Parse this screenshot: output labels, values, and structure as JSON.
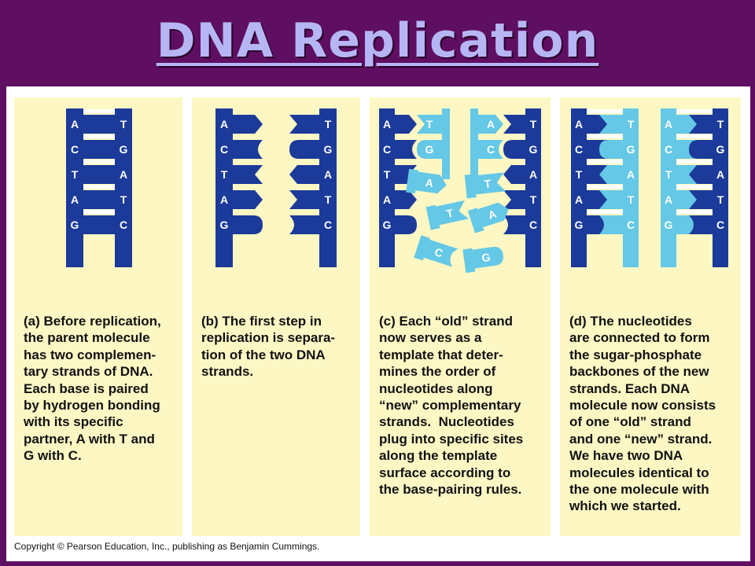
{
  "title": "DNA Replication",
  "colors": {
    "background": "#5f0f62",
    "title": "#b6b6f5",
    "panel": "#fdf7c4",
    "old_strand": "#1b3a9a",
    "new_strand": "#64c8e6"
  },
  "panels": [
    {
      "id": "a",
      "caption": "(a) Before replication,\nthe parent molecule\nhas two complemen-\ntary strands of DNA.\nEach base is paired\nby hydrogen bonding\nwith its specific\npartner, A with T and\nG with C.",
      "left_bases": [
        "A",
        "C",
        "T",
        "A",
        "G"
      ],
      "right_bases": [
        "T",
        "G",
        "A",
        "T",
        "C"
      ]
    },
    {
      "id": "b",
      "caption": "(b) The first step in\nreplication is separa-\ntion of the two DNA\nstrands.",
      "left_bases": [
        "A",
        "C",
        "T",
        "A",
        "G"
      ],
      "right_bases": [
        "T",
        "G",
        "A",
        "T",
        "C"
      ]
    },
    {
      "id": "c",
      "caption": "(c) Each “old” strand\nnow serves as a\ntemplate that deter-\nmines the order of\nnucleotides along\n“new” complementary\nstrands.  Nucleotides\nplug into specific sites\nalong the template\nsurface according to\nthe base-pairing rules.",
      "left_bases": [
        "A",
        "C",
        "T",
        "A",
        "G"
      ],
      "right_bases": [
        "T",
        "G",
        "A",
        "T",
        "C"
      ],
      "attached_new_left": [
        "T",
        "G"
      ],
      "attached_new_right": [
        "A",
        "C"
      ],
      "free_nucleotides": [
        "A",
        "T",
        "T",
        "A",
        "C",
        "G"
      ]
    },
    {
      "id": "d",
      "caption": "(d) The nucleotides\nare connected to form\nthe sugar-phosphate\nbackbones of the new\nstrands. Each DNA\nmolecule now consists\nof one “old” strand\nand one “new” strand.\nWe have two DNA\nmolecules identical to\nthe one molecule with\nwhich we started.",
      "left_bases": [
        "A",
        "C",
        "T",
        "A",
        "G"
      ],
      "right_bases": [
        "T",
        "G",
        "A",
        "T",
        "C"
      ]
    }
  ],
  "copyright": "Copyright © Pearson Education, Inc., publishing as Benjamin Cummings."
}
